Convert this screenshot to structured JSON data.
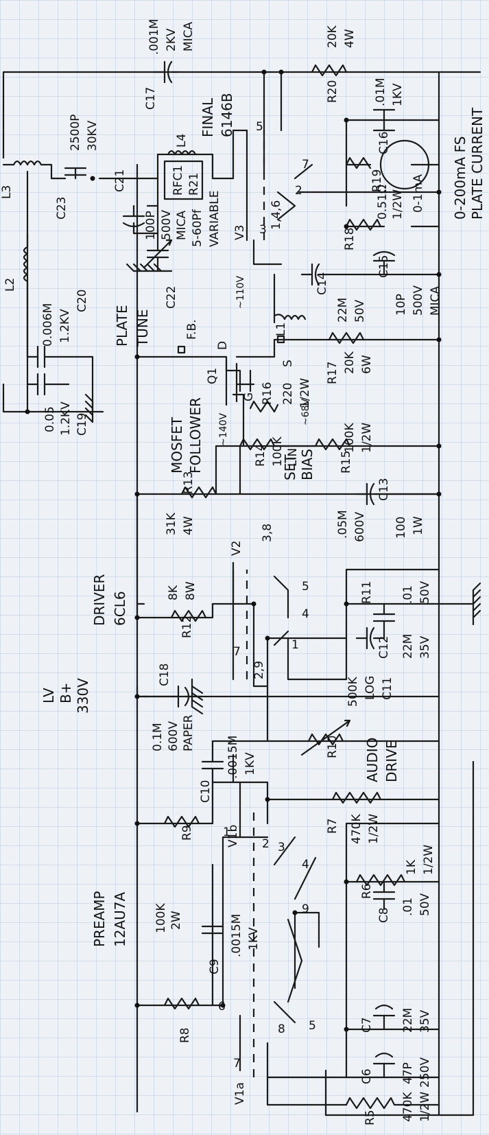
{
  "colors": {
    "paper": "#eef1f5",
    "grid": "#b7c7de",
    "ink": "#1a1a1a"
  },
  "stages": {
    "preamp": {
      "title": "PREAMP",
      "tube": "12AU7A"
    },
    "driver": {
      "title": "DRIVER",
      "tube": "6CL6"
    },
    "follower": {
      "title": "MOSFET",
      "title2": "FOLLOWER"
    },
    "final": {
      "title": "FINAL",
      "tube": "6146B"
    },
    "plate_tune": {
      "line1": "PLATE",
      "line2": "TUNE"
    },
    "supply": {
      "line1": "LV",
      "line2": "B+",
      "line3": "330V"
    },
    "audio_drive": {
      "line1": "AUDIO",
      "line2": "DRIVE"
    },
    "set_bias": {
      "line1": "SET",
      "line2": "BIAS"
    },
    "meter": {
      "line1": "0-200mA FS",
      "line2": "PLATE CURRENT"
    }
  },
  "tubes": {
    "v1a": "V1a",
    "v1b": "V1b",
    "v2": "V2",
    "v3": "V3",
    "q1": "Q1",
    "q1_d": "D",
    "q1_s": "S",
    "q1_g": "G",
    "fb": "F.B."
  },
  "pins": {
    "p6": "6",
    "p7": "7",
    "p8": "8",
    "p5": "5",
    "p9": "9",
    "p1": "1",
    "p2": "2",
    "p3": "3",
    "p4": "4",
    "v2_7": "7",
    "v2_29": "2,9",
    "v2_38": "3,8",
    "v2_1": "1",
    "v2_4": "4",
    "v2_5": "5",
    "v3_3": "3",
    "v3_146": "1,4,6",
    "v3_5": "5",
    "v3_2": "2",
    "v3_7": "7"
  },
  "components": {
    "r5": {
      "name": "R5",
      "value": "470K",
      "rating": "1/2W"
    },
    "c6": {
      "name": "C6",
      "value": "47P",
      "rating": "250V"
    },
    "c7": {
      "name": "C7",
      "value": "22M",
      "rating": "35V"
    },
    "c8": {
      "name": "C8",
      "value": ".01",
      "rating": "50V"
    },
    "r6": {
      "name": "R6",
      "value": "1K",
      "rating": "1/2W"
    },
    "r7": {
      "name": "R7",
      "value": "470K",
      "rating": "1/2W"
    },
    "r8": {
      "name": "R8",
      "value": "100K",
      "rating": "2W"
    },
    "r9": {
      "name": "R9"
    },
    "c9": {
      "name": "C9",
      "value": ".0015M",
      "rating": "1KV"
    },
    "c10": {
      "name": "C10",
      "value": ".0015M",
      "rating": "1KV"
    },
    "r10": {
      "name": "R10",
      "value": "500K",
      "rating": "LOG"
    },
    "c11": {
      "name": "C11"
    },
    "c12": {
      "name": "C12",
      "value": "22M",
      "rating": "35V"
    },
    "r11": {
      "name": "R11",
      "value": ".01",
      "rating": "50V"
    },
    "r12": {
      "name": "R12",
      "value": "8K",
      "rating": "8W"
    },
    "r13": {
      "name": "R13",
      "value": "31K",
      "rating": "4W"
    },
    "c13": {
      "name": "C13",
      "value": ".05M",
      "rating": "600V"
    },
    "r100": {
      "value": "100",
      "rating": "1W"
    },
    "c18": {
      "name": "C18",
      "value": "0.1M",
      "rating": "600V",
      "type": "PAPER"
    },
    "r14": {
      "name": "R14",
      "value": "100K",
      "rating": "LIN"
    },
    "r15": {
      "name": "R15",
      "value": "100K",
      "rating": "1/2W"
    },
    "r16": {
      "name": "R16",
      "value": "220",
      "rating": "1/2W"
    },
    "r17": {
      "name": "R17",
      "value": "20K",
      "rating": "6W"
    },
    "c14": {
      "name": "C14",
      "value": "22M",
      "rating": "50V"
    },
    "l1": {
      "name": "L1"
    },
    "c15": {
      "name": "C15",
      "value": "10P",
      "rating": "500V",
      "type": "MICA"
    },
    "c16": {
      "name": "C16",
      "value": ".01M",
      "rating": "1KV"
    },
    "r18": {
      "name": "R18",
      "value": "0.51Ω",
      "rating": "1/2W"
    },
    "r19": {
      "name": "R19"
    },
    "meter": {
      "label": "0-1mA"
    },
    "r20": {
      "name": "R20",
      "value": "20K",
      "rating": "4W"
    },
    "c17": {
      "name": "C17",
      "value": ".001M",
      "rating": "2KV",
      "type": "MICA"
    },
    "c19": {
      "name": "C19",
      "value": "0.05",
      "rating": "1.2KV"
    },
    "c20": {
      "name": "C20",
      "value": "0.006M",
      "rating": "1.2KV"
    },
    "l2": {
      "name": "L2"
    },
    "c21": {
      "name": "C21",
      "value": "100P",
      "rating": "500V",
      "type": "MICA"
    },
    "c22": {
      "name": "C22",
      "value": "5-60Pf",
      "type": "VARIABLE"
    },
    "c23": {
      "name": "C23",
      "value": "2500P",
      "rating": "30KV"
    },
    "l4": {
      "name": "L4",
      "rfc": "RFC1",
      "r21": "R21"
    },
    "l3": {
      "name": "L3"
    }
  },
  "voltages": {
    "v140": "~140V",
    "v68": "~68V",
    "v110": "~110V"
  }
}
